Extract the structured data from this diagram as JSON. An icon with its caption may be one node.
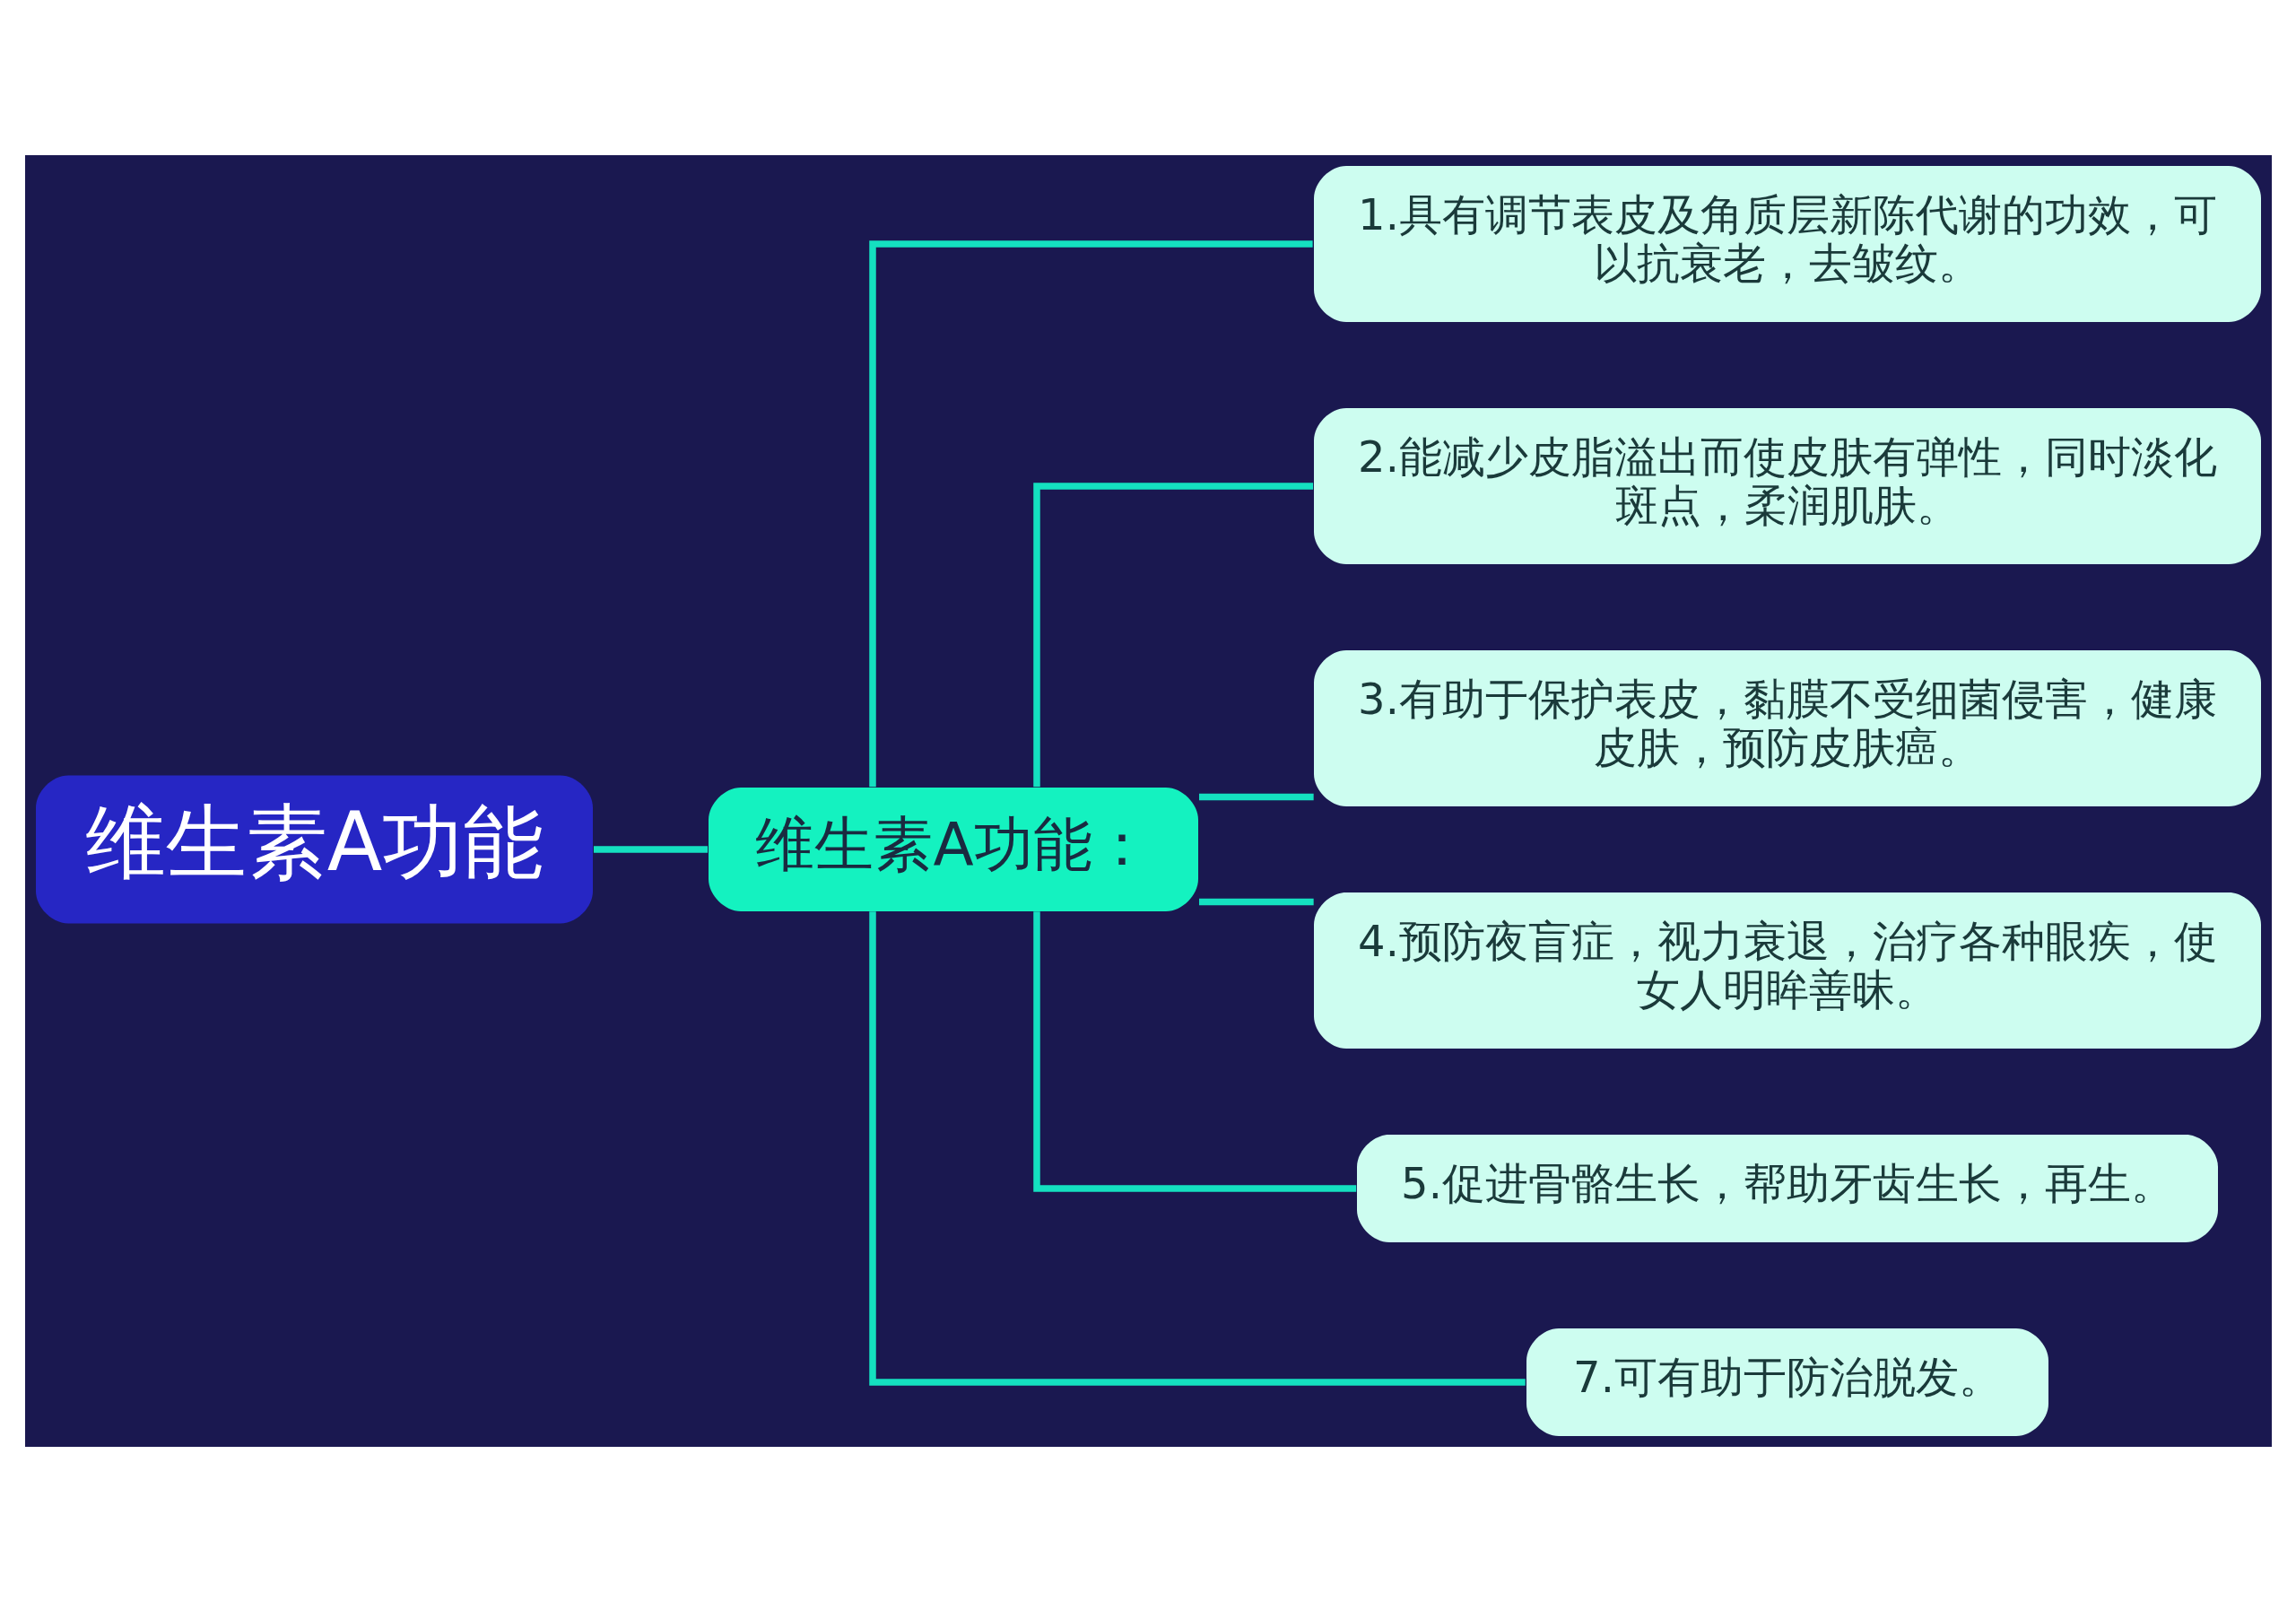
{
  "diagram": {
    "nodes": [
      {
        "text": [
          "维生素A功能"
        ]
      },
      {
        "text": [
          "维生素A功能："
        ]
      },
      {
        "text": [
          "1.具有调节表皮及角质层新陈代谢的功效，可以抗衰老，去皱纹。"
        ]
      },
      {
        "text": [
          "2.能减少皮脂溢出而使皮肤有弹性，同时淡化斑点，柔润肌肤。"
        ]
      },
      {
        "text": [
          "3.有助于保护表皮，黏膜不受细菌侵害，健康皮肤，预防皮肤癌。"
        ]
      },
      {
        "text": [
          "4.预防夜盲症，视力衰退，治疗各种眼疾，使女人明眸善昧。"
        ]
      },
      {
        "text": [
          "5.促进骨骼生长，帮助牙齿生长，再生。"
        ]
      },
      {
        "text": [
          "7.可有助于防治脱发。"
        ]
      }
    ],
    "edges": [
      {
        "from": 0,
        "to": 1,
        "arrow": "none"
      },
      {
        "from": 1,
        "to": 2,
        "arrow": "none"
      },
      {
        "from": 1,
        "to": 3,
        "arrow": "none"
      },
      {
        "from": 1,
        "to": 4,
        "arrow": "none"
      },
      {
        "from": 1,
        "to": 5,
        "arrow": "none"
      },
      {
        "from": 1,
        "to": 6,
        "arrow": "none"
      },
      {
        "from": 1,
        "to": 7,
        "arrow": "none"
      }
    ]
  }
}
